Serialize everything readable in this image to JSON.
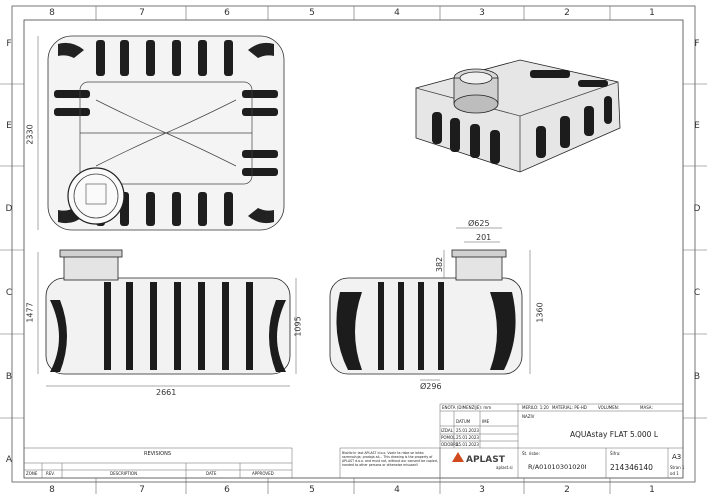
{
  "grid": {
    "columns": [
      "8",
      "7",
      "6",
      "5",
      "4",
      "3",
      "2",
      "1"
    ],
    "rows": [
      "F",
      "E",
      "D",
      "C",
      "B",
      "A"
    ]
  },
  "dimensions": {
    "top_height": "2330",
    "front_height": "1477",
    "front_inner": "1095",
    "front_length": "2661",
    "side_diameter": "Ø625",
    "side_width": "201",
    "side_riser": "382",
    "side_height": "1360",
    "side_outlet": "Ø296"
  },
  "title_block": {
    "units_label": "ENOTA (DIMENZIJE): mm",
    "scale_label": "MERILO: 1:20",
    "material_label": "MATERIAL: PE-HD",
    "volume_label": "VOLUMEN:",
    "mass_label": "MASA:",
    "datum_label": "DATUM",
    "ime_label": "IME",
    "naziv_label": "NAZIV",
    "izdal_label": "IZDAL",
    "izdal_date": "25.01.2023",
    "pom_label": "POMOL",
    "pom_date": "25.01.2023",
    "odobril_label": "ODOBRIL",
    "odobril_date": "25.01.2023",
    "title": "AQUAstay FLAT 5.000 L",
    "drawing_no_label": "Št. risbe:",
    "drawing_no": "R/A01010301020I",
    "code_label": "Šifra:",
    "code": "214346140",
    "format": "A3",
    "sheet": "Stran 1",
    "sheet_of": "od 1",
    "brand": "APLAST",
    "website": "aplast.si",
    "disclaimer": "Blažilo kr last APLAST d.o.o. Vsakr ta risbe se lahko razmnožuje, prodaja ali... This drawing is the property of APLAST d.o.o. and must not, without our consent be copied, handed to other persons or otherwise misused!"
  },
  "revisions": {
    "title": "REVISIONS",
    "headers": [
      "ZONE",
      "REV.",
      "DESCRIPTION",
      "DATE",
      "APPROVED"
    ]
  }
}
